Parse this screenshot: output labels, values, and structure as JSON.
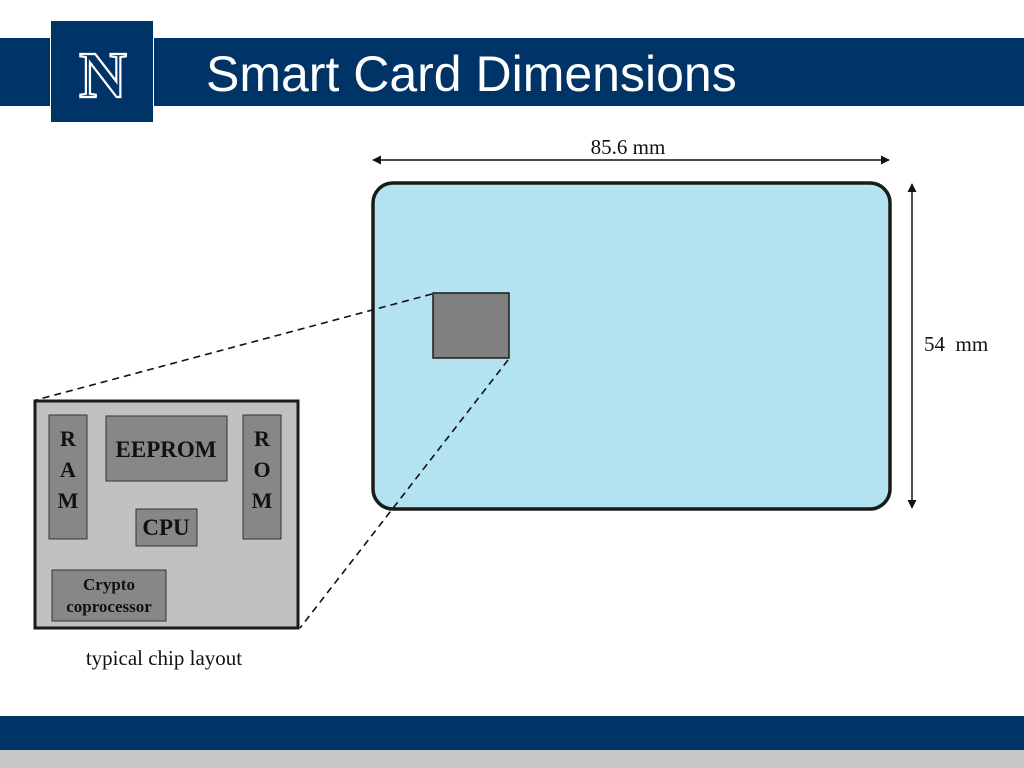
{
  "slide": {
    "title": "Smart Card Dimensions",
    "logo_letter": "N"
  },
  "colors": {
    "brand_navy": "#003366",
    "card_fill": "#b3e3f0",
    "chip_fill": "#808080",
    "layout_fill": "#c0c2c2",
    "block_fill": "#878787",
    "footer_gray": "#c8c8c8"
  },
  "diagram": {
    "card_width_label": "85.6 mm",
    "card_height_label": "54  mm",
    "chip_layout": {
      "caption": "typical chip layout",
      "ram": [
        "R",
        "A",
        "M"
      ],
      "rom": [
        "R",
        "O",
        "M"
      ],
      "eeprom_label": "EEPROM",
      "cpu_label": "CPU",
      "crypto_lines": [
        "Crypto",
        "coprocessor"
      ]
    }
  }
}
